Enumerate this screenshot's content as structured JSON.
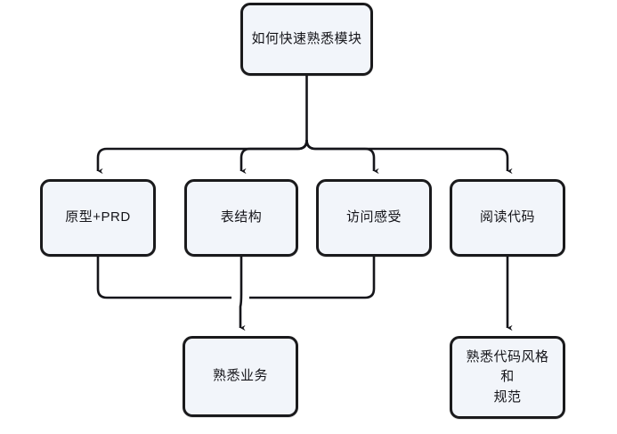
{
  "diagram": {
    "type": "flowchart",
    "orientation": "top-down",
    "background_color": "#ffffff",
    "node_fill_color": "#f2f5fa",
    "node_border_color": "#1a1a1c",
    "connector_color": "#15151a",
    "nodes": {
      "root": {
        "label": "如何快速熟悉模块",
        "level": 0
      },
      "prototype": {
        "label": "原型+PRD",
        "level": 1
      },
      "schema": {
        "label": "表结构",
        "level": 1
      },
      "access": {
        "label": "访问感受",
        "level": 1
      },
      "readcode": {
        "label": "阅读代码",
        "level": 1
      },
      "business": {
        "label": "熟悉业务",
        "level": 2
      },
      "codestyle": {
        "label": "熟悉代码风格和\n规范",
        "level": 2
      }
    },
    "edges": [
      {
        "from": "root",
        "to": "prototype"
      },
      {
        "from": "root",
        "to": "schema"
      },
      {
        "from": "root",
        "to": "access"
      },
      {
        "from": "root",
        "to": "readcode"
      },
      {
        "from": "prototype",
        "to": "business"
      },
      {
        "from": "schema",
        "to": "business"
      },
      {
        "from": "access",
        "to": "business"
      },
      {
        "from": "readcode",
        "to": "codestyle"
      }
    ]
  }
}
